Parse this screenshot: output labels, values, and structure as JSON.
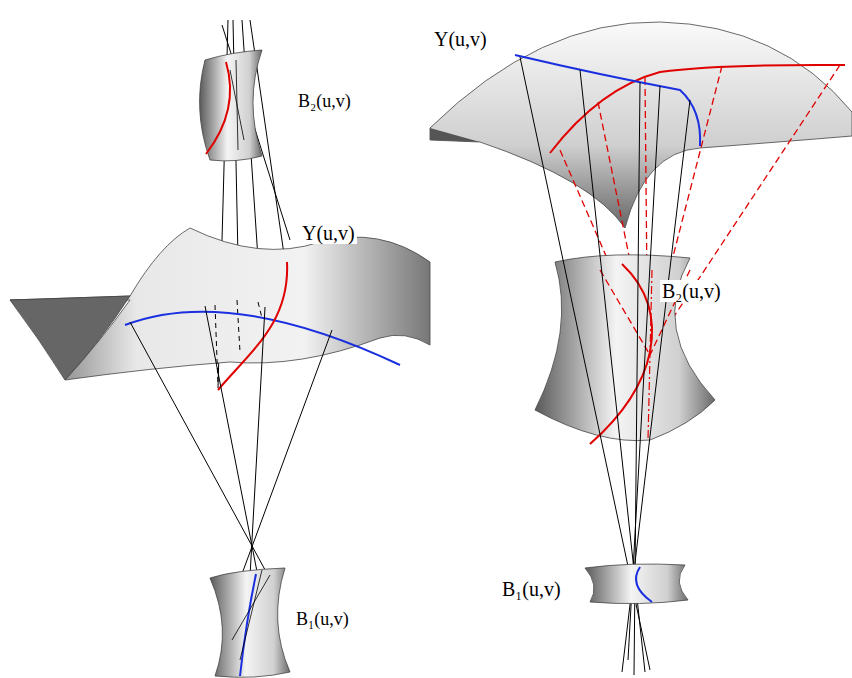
{
  "diagram": {
    "labels": [
      "B₂(u,v)",
      "Y(u,v)",
      "B₁(u,v)",
      "Y(u,v)",
      "B₂(u,v)",
      "B₁(u,v)"
    ]
  }
}
